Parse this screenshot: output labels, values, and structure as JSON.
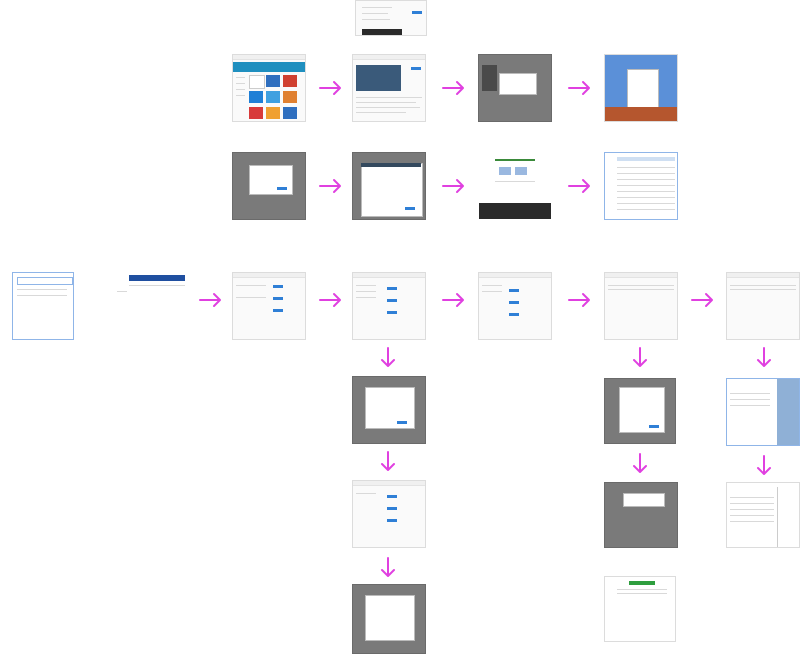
{
  "diagram": {
    "type": "flowchart",
    "description_visible_text": "",
    "arrow_color": "#e040e0",
    "nodes": [
      {
        "id": "n-top",
        "kind": "screenshot"
      },
      {
        "id": "n-aws-home",
        "kind": "screenshot"
      },
      {
        "id": "n-video-page",
        "kind": "screenshot"
      },
      {
        "id": "n-video-modal",
        "kind": "screenshot"
      },
      {
        "id": "n-welcome",
        "kind": "screenshot"
      },
      {
        "id": "n-dark-modal-1",
        "kind": "screenshot"
      },
      {
        "id": "n-dark-modal-2",
        "kind": "screenshot"
      },
      {
        "id": "n-product-page",
        "kind": "screenshot"
      },
      {
        "id": "n-table-doc",
        "kind": "screenshot"
      },
      {
        "id": "n-small-left",
        "kind": "screenshot"
      },
      {
        "id": "n-blue-header",
        "kind": "screenshot"
      },
      {
        "id": "n-form-1",
        "kind": "screenshot"
      },
      {
        "id": "n-form-2",
        "kind": "screenshot"
      },
      {
        "id": "n-form-3",
        "kind": "screenshot"
      },
      {
        "id": "n-table-1",
        "kind": "screenshot"
      },
      {
        "id": "n-table-2",
        "kind": "screenshot"
      },
      {
        "id": "n-form-2-modal",
        "kind": "screenshot"
      },
      {
        "id": "n-form-2b",
        "kind": "screenshot"
      },
      {
        "id": "n-form-2-modal-b",
        "kind": "screenshot"
      },
      {
        "id": "n-table-1-modal",
        "kind": "screenshot"
      },
      {
        "id": "n-table-1-dialog",
        "kind": "screenshot"
      },
      {
        "id": "n-table-1-green",
        "kind": "screenshot"
      },
      {
        "id": "n-table-2-detail",
        "kind": "screenshot"
      },
      {
        "id": "n-table-2-text",
        "kind": "screenshot"
      }
    ],
    "edges": [
      {
        "from": "n-aws-home",
        "to": "n-video-page",
        "direction": "right"
      },
      {
        "from": "n-video-page",
        "to": "n-video-modal",
        "direction": "right"
      },
      {
        "from": "n-video-modal",
        "to": "n-welcome",
        "direction": "right"
      },
      {
        "from": "n-dark-modal-1",
        "to": "n-dark-modal-2",
        "direction": "right"
      },
      {
        "from": "n-dark-modal-2",
        "to": "n-product-page",
        "direction": "right"
      },
      {
        "from": "n-product-page",
        "to": "n-table-doc",
        "direction": "right"
      },
      {
        "from": "n-blue-header",
        "to": "n-form-1",
        "direction": "right"
      },
      {
        "from": "n-form-1",
        "to": "n-form-2",
        "direction": "right"
      },
      {
        "from": "n-form-2",
        "to": "n-form-3",
        "direction": "right"
      },
      {
        "from": "n-form-3",
        "to": "n-table-1",
        "direction": "right"
      },
      {
        "from": "n-table-1",
        "to": "n-table-2",
        "direction": "right"
      },
      {
        "from": "n-form-2",
        "to": "n-form-2-modal",
        "direction": "down"
      },
      {
        "from": "n-form-2-modal",
        "to": "n-form-2b",
        "direction": "down"
      },
      {
        "from": "n-form-2b",
        "to": "n-form-2-modal-b",
        "direction": "down"
      },
      {
        "from": "n-table-1",
        "to": "n-table-1-modal",
        "direction": "down"
      },
      {
        "from": "n-table-1-modal",
        "to": "n-table-1-dialog",
        "direction": "down"
      },
      {
        "from": "n-table-2",
        "to": "n-table-2-detail",
        "direction": "down"
      },
      {
        "from": "n-table-2-detail",
        "to": "n-table-2-text",
        "direction": "down"
      }
    ]
  }
}
